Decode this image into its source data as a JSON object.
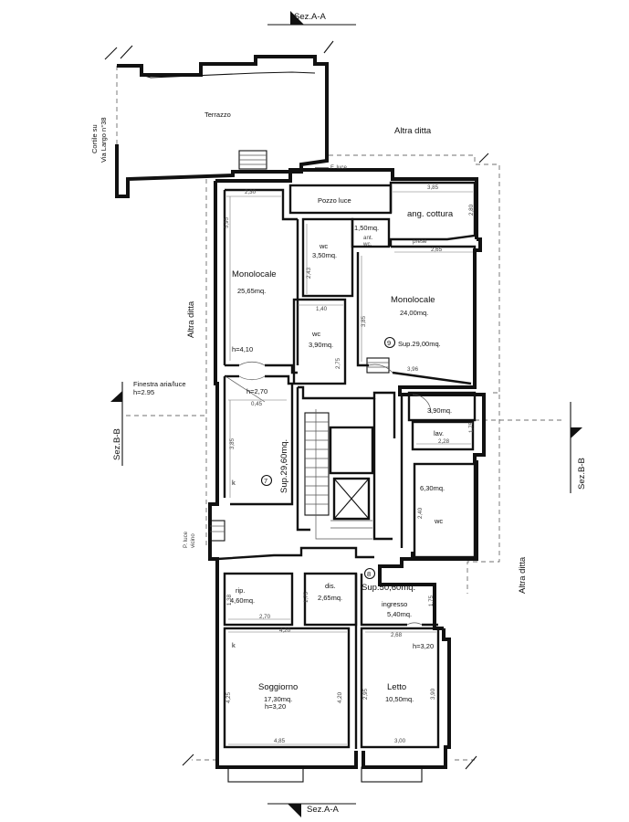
{
  "sections": {
    "a_top": "Sez.A-A",
    "a_bottom": "Sez.A-A",
    "b_left": "Sez.B-B",
    "b_right": "Sez.B-B"
  },
  "neighbors": {
    "cortile_line1": "Cortile su",
    "cortile_line2": "Via Largo n°38",
    "altra_ditta_top": "Altra ditta",
    "altra_ditta_left": "Altra ditta",
    "altra_ditta_right": "Altra ditta"
  },
  "labels": {
    "terrazzo": "Terrazzo",
    "f_luce": "F. luce",
    "pozzo_luce": "Pozzo luce",
    "finestra_line1": "Finestra aria/luce",
    "finestra_line2": "h=2.95",
    "p_luce_line1": "P. luce",
    "p_luce_line2": "vicino"
  },
  "units": {
    "u7": {
      "number": "7",
      "area": "Sup.29,60mq."
    },
    "u8": {
      "number": "8",
      "area": "Sup.50,60mq."
    },
    "u9": {
      "number": "9",
      "area": "Sup.29,00mq."
    }
  },
  "rooms": {
    "monolocale_left": {
      "name": "Monolocale",
      "area": "25,65mq.",
      "height": "h=4,10"
    },
    "monolocale_right": {
      "name": "Monolocale",
      "area": "24,00mq."
    },
    "ang_cottura": {
      "name": "ang. cottura"
    },
    "wc_upper": {
      "name": "wc",
      "area": "3,50mq."
    },
    "antiwc": {
      "area": "1,50mq.",
      "name_line1": "ant.",
      "name_line2": "wc."
    },
    "wc_mid": {
      "name": "wc",
      "area": "3,90mq."
    },
    "room7": {
      "height": "h=2,70",
      "k": "k"
    },
    "lav": {
      "area": "3,90mq.",
      "name": "lav."
    },
    "wc_right": {
      "area": "6,30mq.",
      "name": "wc"
    },
    "rip": {
      "name": "rip.",
      "area": "4,60mq."
    },
    "dis": {
      "name": "dis.",
      "area": "2,65mq."
    },
    "ingresso": {
      "name": "ingresso",
      "area": "5,40mq."
    },
    "soggiorno": {
      "name": "Soggiorno",
      "area": "17,30mq.",
      "height": "h=3,20",
      "k": "k"
    },
    "letto": {
      "name": "Letto",
      "area": "10,50mq.",
      "height": "h=3,20"
    },
    "prese": "prese"
  },
  "dimensions": {
    "d230": "2,30",
    "d595": "5,95",
    "d385a": "3,85",
    "d280": "2,80",
    "d265": "2,65",
    "d243": "2,43",
    "d140": "1,40",
    "d385b": "3,85",
    "d396": "3,96",
    "d275": "2,75",
    "d045": "0,45",
    "d385c": "3,85",
    "d175a": "1,75",
    "d228": "2,28",
    "d240": "2,40",
    "d138": "1,38",
    "d270": "2,70",
    "d175b": "1,75",
    "d175c": "1,75",
    "d420": "4,20",
    "d268": "2,68",
    "d425": "4,25",
    "d420v": "4,20",
    "d295": "2,95",
    "d390": "3,90",
    "d485": "4,85",
    "d300": "3,00"
  }
}
